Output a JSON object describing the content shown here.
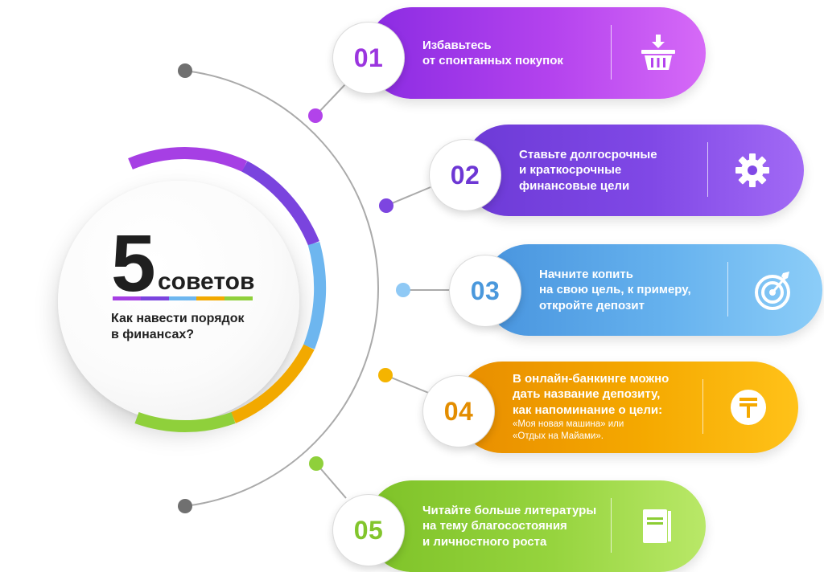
{
  "hub": {
    "number": "5",
    "word": "советов",
    "subtitle_line1": "Как навести порядок",
    "subtitle_line2": "в финансах?"
  },
  "colors": {
    "purple": "#a838e8",
    "violet": "#7d45e0",
    "blue": "#5aa8ea",
    "orange": "#f0a000",
    "green": "#8fd03b",
    "connector": "#aaaaaa",
    "end_dot": "#707070"
  },
  "tips": [
    {
      "number": "01",
      "lines": [
        "Избавьтесь",
        "от спонтанных покупок"
      ],
      "note": [],
      "icon": "shopping-basket-icon",
      "color": "#a838e8"
    },
    {
      "number": "02",
      "lines": [
        "Ставьте долгосрочные",
        "и краткосрочные",
        "финансовые цели"
      ],
      "note": [],
      "icon": "gear-icon",
      "color": "#7d45e0"
    },
    {
      "number": "03",
      "lines": [
        "Начните копить",
        "на свою цель, к примеру,",
        "откройте депозит"
      ],
      "note": [],
      "icon": "target-icon",
      "color": "#5aa8ea"
    },
    {
      "number": "04",
      "lines": [
        "В онлайн-банкинге можно",
        "дать название депозиту,",
        "как напоминание о цели:"
      ],
      "note": [
        "«Моя новая машина» или",
        "«Отдых на Майами»."
      ],
      "icon": "tenge-coin-icon",
      "color": "#f0a000"
    },
    {
      "number": "05",
      "lines": [
        "Читайте больше литературы",
        "на тему благосостояния",
        "и личностного роста"
      ],
      "note": [],
      "icon": "book-icon",
      "color": "#8fd03b"
    }
  ]
}
